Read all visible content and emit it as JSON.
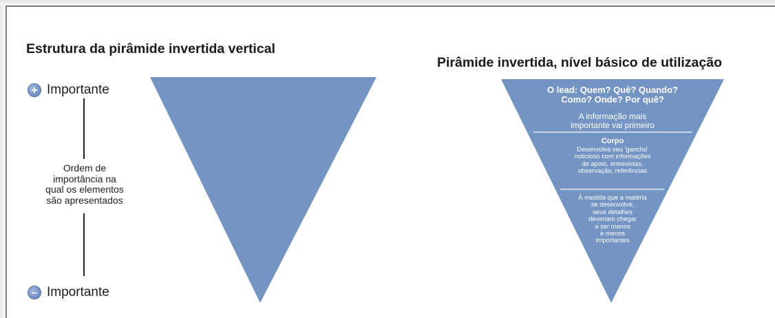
{
  "left_diagram": {
    "title": "Estrutura da pirâmide invertida vertical",
    "top_label": "Importante",
    "top_icon": "plus-circle-icon",
    "bottom_label": "Importante",
    "bottom_icon": "minus-circle-icon",
    "order_text_lines": [
      "Ordem de",
      "importância na",
      "qual os elementos",
      "são apresentados"
    ]
  },
  "right_diagram": {
    "title": "Pirâmide invertida, nível básico de utilização",
    "lead_lines": [
      "O lead: Quem? Quê? Quando?",
      "Como? Onde? Por quê?"
    ],
    "lead_info_lines": [
      "A informação mais",
      "importante vai primeiro"
    ],
    "body_title": "Corpo",
    "body_lines": [
      "Desenvolva seu 'gancho'",
      "noticioso com informações",
      "de apoio, entrevistas,",
      "observação, referências"
    ],
    "end_lines": [
      "À medida que a matéria",
      "se desenvolve,",
      "seus detalhes",
      "deveriam chegar",
      "a ser menos",
      "e menos",
      "importantes"
    ]
  },
  "colors": {
    "pyramid_fill": "#7494c4",
    "icon_fill": "#7a97cc",
    "text": "#1a1a1a",
    "frame_border": "#7b7b7b"
  }
}
